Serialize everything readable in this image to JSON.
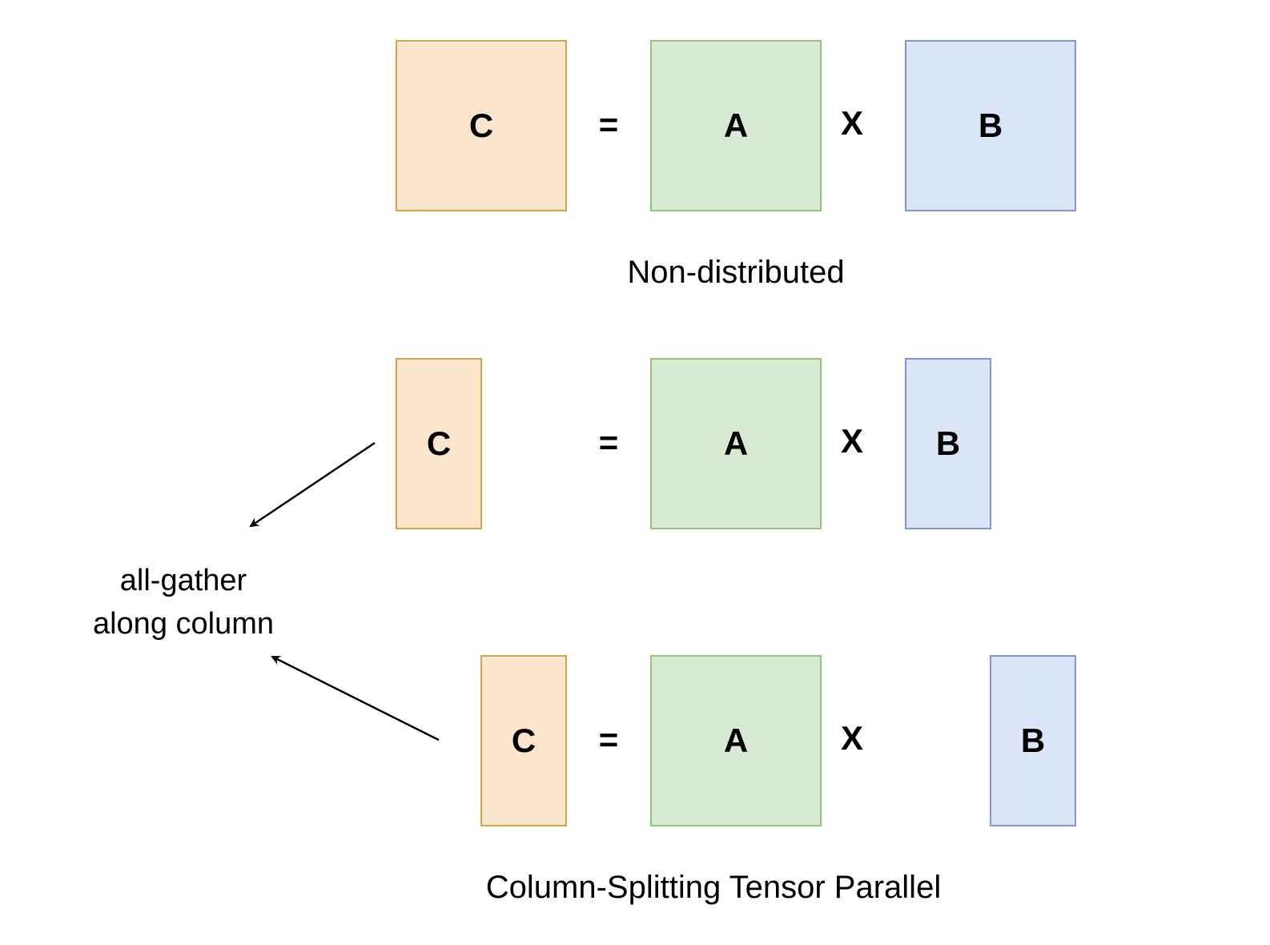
{
  "colors": {
    "c_fill": "#fce5cd",
    "c_border": "#d6a44a",
    "a_fill": "#d9ead3",
    "a_border": "#93c47d",
    "b_fill": "#dae6f8",
    "b_border": "#7f98d4"
  },
  "rows": [
    {
      "c": "C",
      "eq": "=",
      "a": "A",
      "x": "X",
      "b": "B",
      "caption": "Non-distributed"
    },
    {
      "c": "C",
      "eq": "=",
      "a": "A",
      "x": "X",
      "b": "B"
    },
    {
      "c": "C",
      "eq": "=",
      "a": "A",
      "x": "X",
      "b": "B",
      "caption": "Column-Splitting Tensor Parallel"
    }
  ],
  "note": {
    "line1": "all-gather",
    "line2": "along column"
  }
}
